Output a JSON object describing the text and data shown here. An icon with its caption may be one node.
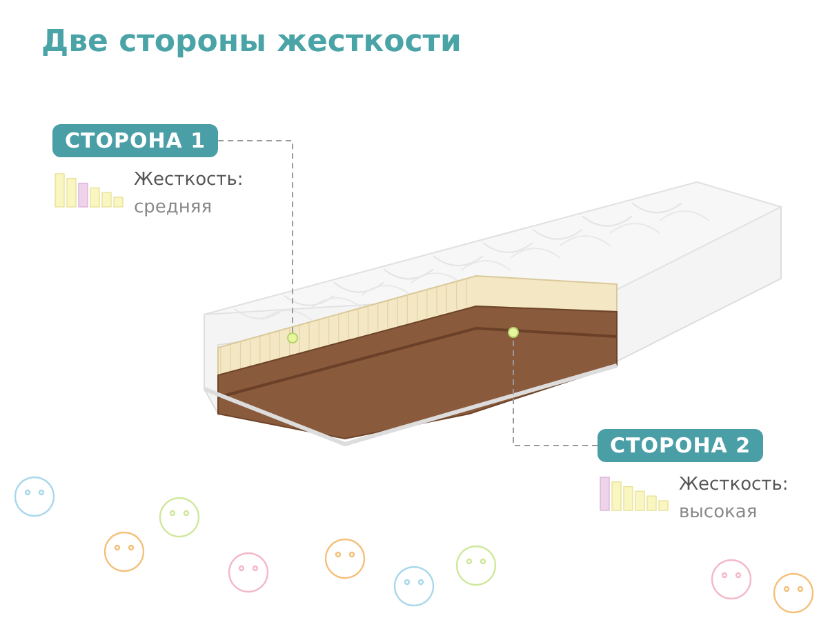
{
  "diagram": {
    "title": "Две стороны жесткости",
    "nodes": [
      {
        "text": [
          "СТОРОНА 1"
        ]
      },
      {
        "text": [],
        "shape": "circle"
      },
      {
        "text": [],
        "shape": "circle"
      },
      {
        "text": [
          "СТОРОНА 2"
        ]
      }
    ],
    "edges": [
      {
        "from": 0,
        "to": 1,
        "arrow": "none",
        "style": "dashed"
      },
      {
        "from": 3,
        "to": 2,
        "arrow": "none",
        "style": "dashed"
      }
    ],
    "labels": [
      "Жесткость:",
      "средняя",
      "Жесткость:",
      "высокая"
    ]
  }
}
